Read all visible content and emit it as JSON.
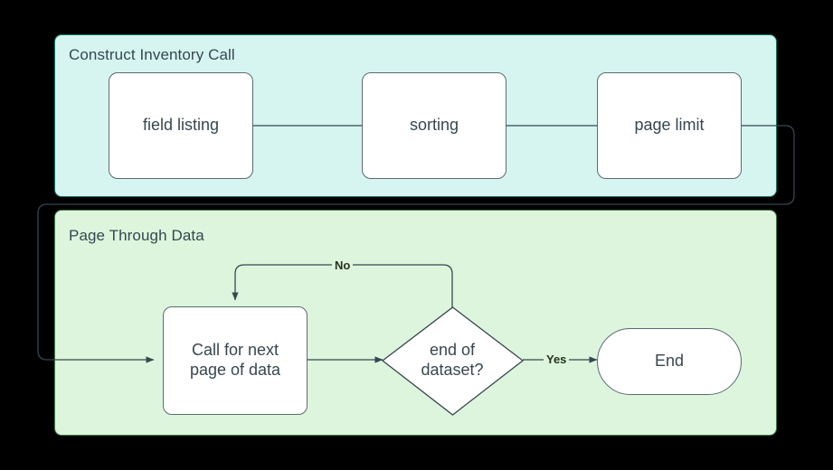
{
  "diagram": {
    "type": "flowchart",
    "background_color": "#000000",
    "groups": [
      {
        "id": "construct-inventory-call",
        "label": "Construct Inventory Call",
        "fill_color": "#d6f5f1",
        "stroke_color": "#0b7a6b"
      },
      {
        "id": "page-through-data",
        "label": "Page Through Data",
        "fill_color": "#ddf5dd",
        "stroke_color": "#3f7d3f"
      }
    ],
    "nodes": [
      {
        "id": "field-listing",
        "label": "field listing",
        "shape": "rounded-rect",
        "group": "construct-inventory-call"
      },
      {
        "id": "sorting",
        "label": "sorting",
        "shape": "rounded-rect",
        "group": "construct-inventory-call"
      },
      {
        "id": "page-limit",
        "label": "page limit",
        "shape": "rounded-rect",
        "group": "construct-inventory-call"
      },
      {
        "id": "call-next-page",
        "label": "Call for next\npage of data",
        "line1": "Call for next",
        "line2": "page of data",
        "shape": "rounded-rect",
        "group": "page-through-data"
      },
      {
        "id": "end-of-dataset",
        "label": "end of\ndataset?",
        "line1": "end of",
        "line2": "dataset?",
        "shape": "diamond",
        "group": "page-through-data"
      },
      {
        "id": "end",
        "label": "End",
        "shape": "stadium",
        "group": "page-through-data"
      }
    ],
    "edges": [
      {
        "from": "field-listing",
        "to": "sorting",
        "label": ""
      },
      {
        "from": "sorting",
        "to": "page-limit",
        "label": ""
      },
      {
        "from": "page-limit",
        "to": "call-next-page",
        "label": ""
      },
      {
        "from": "call-next-page",
        "to": "end-of-dataset",
        "label": ""
      },
      {
        "from": "end-of-dataset",
        "to": "call-next-page",
        "label": "No"
      },
      {
        "from": "end-of-dataset",
        "to": "end",
        "label": "Yes"
      }
    ],
    "edge_labels": {
      "no": "No",
      "yes": "Yes"
    }
  }
}
